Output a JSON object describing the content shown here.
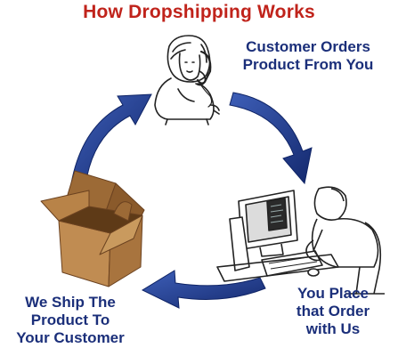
{
  "title": "How Dropshipping Works",
  "steps": [
    {
      "lines": [
        "Customer Orders",
        "Product From You"
      ],
      "icon": "customer-phone-illustration"
    },
    {
      "lines": [
        "You Place",
        "that Order",
        "with Us"
      ],
      "icon": "computer-user-illustration"
    },
    {
      "lines": [
        "We Ship The",
        "Product To",
        "Your Customer"
      ],
      "icon": "cardboard-box-illustration"
    }
  ],
  "colors": {
    "title": "#c0231b",
    "label": "#1b2f7a",
    "arrow": "#1d3a8c",
    "arrow_dark": "#0f2466",
    "box": "#b5814a",
    "box_dark": "#8a5a2b"
  }
}
